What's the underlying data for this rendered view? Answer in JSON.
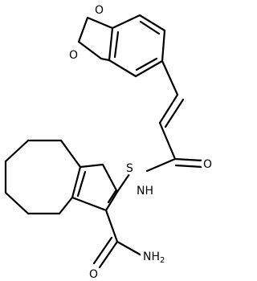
{
  "molecule": {
    "atoms": {
      "o1": "O",
      "o2": "O",
      "s": "S",
      "o3": "O",
      "nh": "NH",
      "nh2_n": "NH",
      "nh2_sub": "2",
      "o4": "O"
    }
  }
}
